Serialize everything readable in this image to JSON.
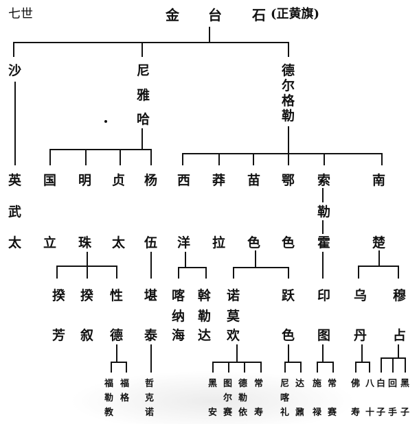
{
  "header": {
    "generation": "七世",
    "founder_chars": [
      "金",
      "台",
      "石"
    ],
    "banner": "(正黄旗)"
  },
  "nodes": [
    {
      "id": "n_sha",
      "text": "沙"
    },
    {
      "id": "n_yang",
      "text": "洋"
    },
    {
      "id": "n_ni",
      "text": "尼"
    },
    {
      "id": "n_ya",
      "text": "雅"
    },
    {
      "id": "n_ha",
      "text": "哈"
    },
    {
      "id": "n_de",
      "text": "德"
    },
    {
      "id": "n_er",
      "text": "尔"
    },
    {
      "id": "n_ge",
      "text": "格"
    },
    {
      "id": "n_le",
      "text": "勒"
    },
    {
      "id": "n_ying",
      "text": "英"
    },
    {
      "id": "n_wu",
      "text": "武"
    },
    {
      "id": "n_tai",
      "text": "太"
    },
    {
      "id": "n_guo",
      "text": "国"
    },
    {
      "id": "n_li",
      "text": "立"
    },
    {
      "id": "n_ming",
      "text": "明"
    },
    {
      "id": "n_zhu",
      "text": "珠"
    },
    {
      "id": "n_zhen",
      "text": "贞"
    },
    {
      "id": "n_tai2",
      "text": "太"
    },
    {
      "id": "n_yang2",
      "text": "杨"
    },
    {
      "id": "n_wu2",
      "text": "伍"
    },
    {
      "id": "n_xi",
      "text": "西"
    },
    {
      "id": "n_yang3",
      "text": "洋"
    },
    {
      "id": "n_mang",
      "text": "莽"
    },
    {
      "id": "n_la",
      "text": "拉"
    },
    {
      "id": "n_miao",
      "text": "苗"
    },
    {
      "id": "n_se1",
      "text": "色"
    },
    {
      "id": "n_e",
      "text": "鄂"
    },
    {
      "id": "n_se2",
      "text": "色"
    },
    {
      "id": "n_suo",
      "text": "索"
    },
    {
      "id": "n_le2",
      "text": "勒"
    },
    {
      "id": "n_huo",
      "text": "霍"
    },
    {
      "id": "n_nan",
      "text": "南"
    },
    {
      "id": "n_chu",
      "text": "楚"
    },
    {
      "id": "n_kui1",
      "text": "揆"
    },
    {
      "id": "n_fang",
      "text": "芳"
    },
    {
      "id": "n_kui2",
      "text": "揆"
    },
    {
      "id": "n_xu",
      "text": "叙"
    },
    {
      "id": "n_xing",
      "text": "性"
    },
    {
      "id": "n_de2",
      "text": "德"
    },
    {
      "id": "n_kan",
      "text": "堪"
    },
    {
      "id": "n_tai3",
      "text": "泰"
    },
    {
      "id": "n_ka",
      "text": "喀"
    },
    {
      "id": "n_na",
      "text": "纳"
    },
    {
      "id": "n_hai",
      "text": "海"
    },
    {
      "id": "n_gan",
      "text": "斡"
    },
    {
      "id": "n_le3",
      "text": "勒"
    },
    {
      "id": "n_da",
      "text": "达"
    },
    {
      "id": "n_nuo",
      "text": "诺"
    },
    {
      "id": "n_mo",
      "text": "莫"
    },
    {
      "id": "n_huan",
      "text": "欢"
    },
    {
      "id": "n_yue",
      "text": "跃"
    },
    {
      "id": "n_se3",
      "text": "色"
    },
    {
      "id": "n_yin",
      "text": "印"
    },
    {
      "id": "n_tu",
      "text": "图"
    },
    {
      "id": "n_wu3",
      "text": "乌"
    },
    {
      "id": "n_dan",
      "text": "丹"
    },
    {
      "id": "n_mu",
      "text": "穆"
    },
    {
      "id": "n_zhan",
      "text": "占"
    },
    {
      "id": "s_fu1",
      "text": "福\n勒\n教",
      "small": true
    },
    {
      "id": "s_fu2",
      "text": "福\n格",
      "small": true
    },
    {
      "id": "s_zhe",
      "text": "哲\n克\n诺",
      "small": true
    },
    {
      "id": "s_hei1",
      "text": "黑\n\n安",
      "small": true
    },
    {
      "id": "s_tu1",
      "text": "图\n尔\n赛",
      "small": true
    },
    {
      "id": "s_de1",
      "text": "德\n勒\n依",
      "small": true
    },
    {
      "id": "s_chang1",
      "text": "常\n\n寿",
      "small": true
    },
    {
      "id": "s_ni1",
      "text": "尼\n喀\n礼",
      "small": true
    },
    {
      "id": "s_da1",
      "text": "达\n\n鼐",
      "small": true
    },
    {
      "id": "s_shi",
      "text": "施\n\n禄",
      "small": true
    },
    {
      "id": "s_chang2",
      "text": "常\n\n赛",
      "small": true
    },
    {
      "id": "s_fo",
      "text": "佛\n\n寿",
      "small": true
    },
    {
      "id": "s_ba",
      "text": "八\n\n十",
      "small": true
    },
    {
      "id": "s_bai",
      "text": "白\n\n子",
      "small": true
    },
    {
      "id": "s_hui",
      "text": "回\n\n手",
      "small": true
    },
    {
      "id": "s_hei2",
      "text": "黑\n\n子",
      "small": true
    }
  ]
}
